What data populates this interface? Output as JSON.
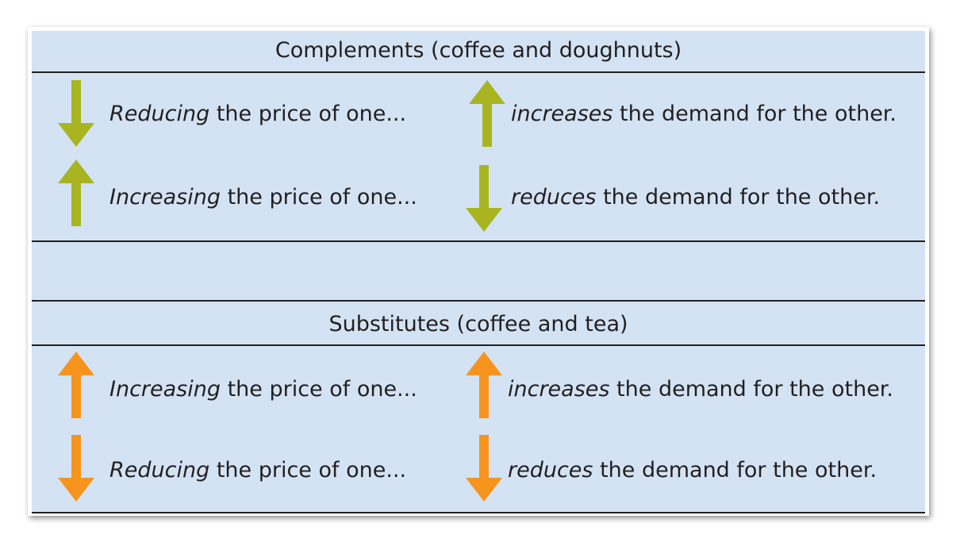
{
  "colors": {
    "panel_background": "#d3e3f4",
    "rule": "#231f20",
    "complements_arrow": "#a8b520",
    "substitutes_arrow": "#f7941d"
  },
  "complements": {
    "title": "Complements (coffee and doughnuts)",
    "rows": [
      {
        "left_direction": "down",
        "left_emphasis": "Reducing",
        "left_rest": " the price of one...",
        "right_direction": "up",
        "right_emphasis": "increases",
        "right_rest": " the demand for the other."
      },
      {
        "left_direction": "up",
        "left_emphasis": "Increasing",
        "left_rest": " the price of one...",
        "right_direction": "down",
        "right_emphasis": "reduces",
        "right_rest": " the demand for the other."
      }
    ]
  },
  "substitutes": {
    "title": "Substitutes (coffee and tea)",
    "rows": [
      {
        "left_direction": "up",
        "left_emphasis": "Increasing",
        "left_rest": " the price of one...",
        "right_direction": "up",
        "right_emphasis": "increases",
        "right_rest": " the demand for the other."
      },
      {
        "left_direction": "down",
        "left_emphasis": "Reducing",
        "left_rest": " the price of one...",
        "right_direction": "down",
        "right_emphasis": "reduces",
        "right_rest": " the demand for the other."
      }
    ]
  }
}
